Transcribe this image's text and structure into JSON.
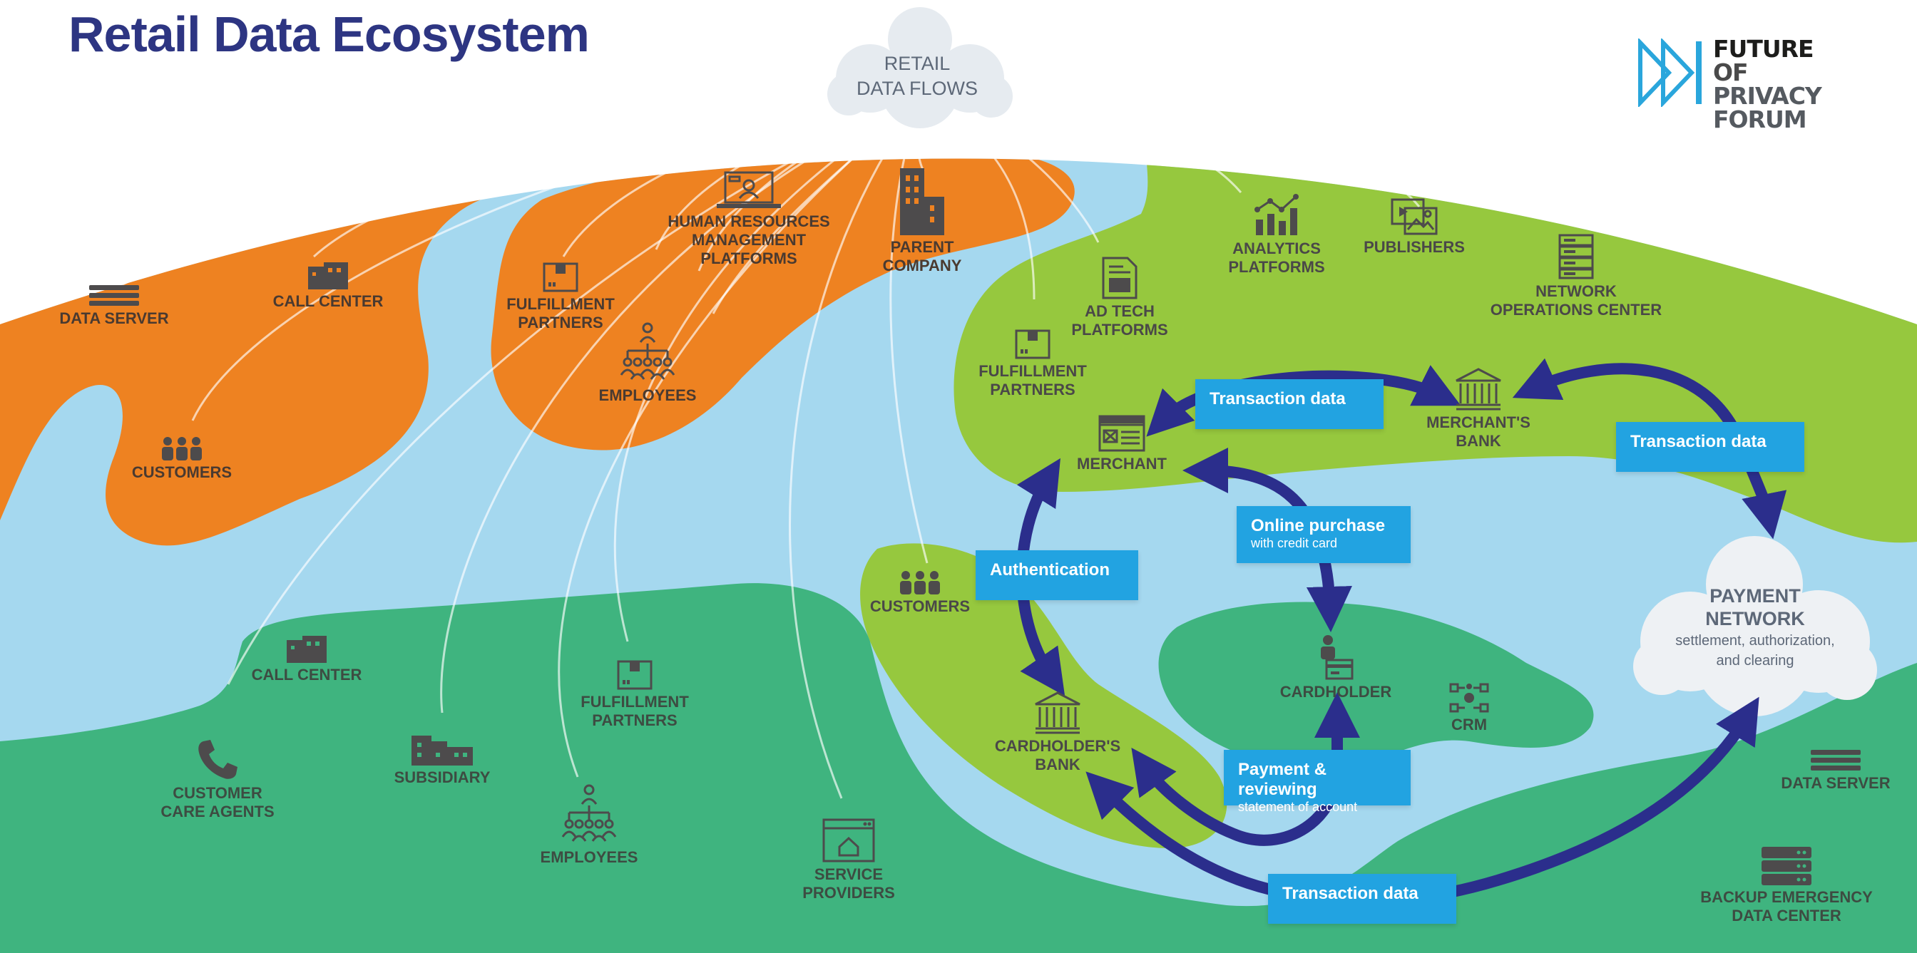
{
  "title": "Retail Data Ecosystem",
  "logo": {
    "line1_a": "FUTURE",
    "line1_b": "OF",
    "line2": "PRIVACY",
    "line3": "FORUM"
  },
  "colors": {
    "ocean": "#a5d8ef",
    "orange": "#ee8221",
    "lime": "#96c83e",
    "green": "#3fb47f",
    "arrow": "#2b2e8c",
    "box": "#22a3e1",
    "title": "#2d3582",
    "icon": "#4d4b4c"
  },
  "clouds": {
    "retail": {
      "line1": "RETAIL",
      "line2": "DATA FLOWS"
    },
    "payment": {
      "line1": "PAYMENT",
      "line2": "NETWORK",
      "line3": "settlement, authorization,",
      "line4": "and clearing"
    }
  },
  "nodes": {
    "data_server_left": {
      "label": "DATA SERVER",
      "icon": "server-icon"
    },
    "call_center_orange": {
      "label": "CALL CENTER",
      "icon": "building-icon"
    },
    "customers_orange": {
      "label": "CUSTOMERS",
      "icon": "people-icon"
    },
    "fulfillment_orange": {
      "label": "FULFILLMENT\nPARTNERS",
      "icon": "package-icon"
    },
    "employees_orange": {
      "label": "EMPLOYEES",
      "icon": "org-chart-icon"
    },
    "hr_platforms": {
      "label": "HUMAN RESOURCES\nMANAGEMENT\nPLATFORMS",
      "icon": "laptop-person-icon"
    },
    "parent_company": {
      "label": "PARENT\nCOMPANY",
      "icon": "skyscraper-icon"
    },
    "analytics": {
      "label": "ANALYTICS\nPLATFORMS",
      "icon": "bar-chart-icon"
    },
    "publishers": {
      "label": "PUBLISHERS",
      "icon": "media-icon"
    },
    "network_ops": {
      "label": "NETWORK\nOPERATIONS CENTER",
      "icon": "server-rack-icon"
    },
    "ad_tech": {
      "label": "AD TECH\nPLATFORMS",
      "icon": "document-icon"
    },
    "fulfillment_lime": {
      "label": "FULFILLMENT\nPARTNERS",
      "icon": "package-icon"
    },
    "merchant": {
      "label": "MERCHANT",
      "icon": "storefront-icon"
    },
    "merchants_bank": {
      "label": "MERCHANT'S\nBANK",
      "icon": "bank-icon"
    },
    "customers_lime": {
      "label": "CUSTOMERS",
      "icon": "people-icon"
    },
    "cardholders_bank": {
      "label": "CARDHOLDER'S\nBANK",
      "icon": "bank-icon"
    },
    "cardholder": {
      "label": "CARDHOLDER",
      "icon": "person-card-icon"
    },
    "crm": {
      "label": "CRM",
      "icon": "network-icon"
    },
    "call_center_green": {
      "label": "CALL CENTER",
      "icon": "building-icon"
    },
    "customer_care": {
      "label": "CUSTOMER\nCARE AGENTS",
      "icon": "phone-icon"
    },
    "subsidiary": {
      "label": "SUBSIDIARY",
      "icon": "factory-icon"
    },
    "fulfillment_green": {
      "label": "FULFILLMENT\nPARTNERS",
      "icon": "package-icon"
    },
    "employees_green": {
      "label": "EMPLOYEES",
      "icon": "org-chart-icon"
    },
    "service_providers": {
      "label": "SERVICE\nPROVIDERS",
      "icon": "home-window-icon"
    },
    "data_server_right": {
      "label": "DATA SERVER",
      "icon": "server-icon"
    },
    "backup_center": {
      "label": "BACKUP EMERGENCY\nDATA CENTER",
      "icon": "server-stack-icon"
    }
  },
  "boxes": {
    "txn_merchant": {
      "label": "Transaction data"
    },
    "txn_payment": {
      "label": "Transaction data"
    },
    "authentication": {
      "label": "Authentication"
    },
    "online_purchase": {
      "label": "Online purchase",
      "sub": "with credit card"
    },
    "payment_review": {
      "label": "Payment & reviewing",
      "sub": "statement of account"
    },
    "txn_bottom": {
      "label": "Transaction data"
    }
  }
}
